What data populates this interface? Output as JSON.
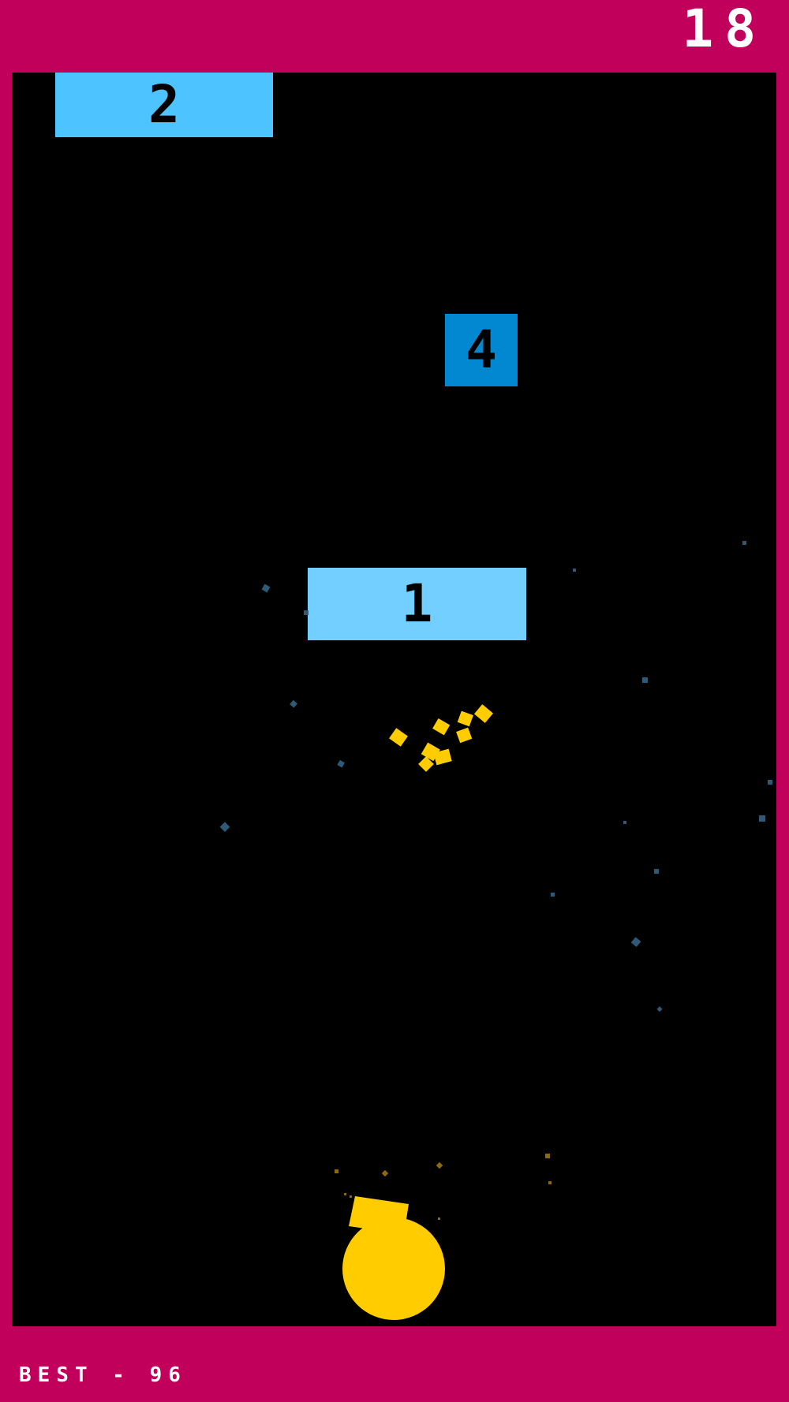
{
  "hud": {
    "score": "18",
    "best": "BEST - 96"
  },
  "blocks": [
    {
      "value": "2",
      "color": "#4dc3ff"
    },
    {
      "value": "4",
      "color": "#0288d1"
    },
    {
      "value": "1",
      "color": "#73cfff"
    }
  ],
  "cannon": {
    "color": "#ffcc00"
  },
  "colors": {
    "frame": "#c0005a",
    "playfield": "#000000",
    "debris": "#2e5a78",
    "bullet_fragments": "#ffcc00",
    "embers": "#8a6a10"
  }
}
